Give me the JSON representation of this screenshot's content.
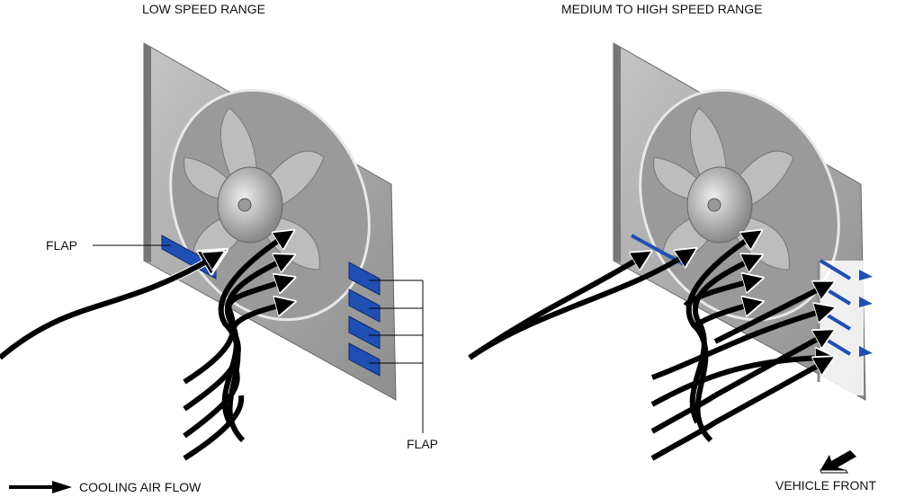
{
  "panels": [
    {
      "title": "LOW SPEED RANGE",
      "state": "flaps-closed"
    },
    {
      "title": "MEDIUM TO HIGH SPEED RANGE",
      "state": "flaps-open"
    }
  ],
  "labels": {
    "flap_left": "FLAP",
    "flap_bottom": "FLAP",
    "legend_airflow": "COOLING AIR FLOW",
    "vehicle_front": "VEHICLE FRONT"
  },
  "colors": {
    "shroud": "#a9a9a9",
    "shroud_dark": "#7d7d7d",
    "flap": "#1f4fb3",
    "arrow": "#000000"
  }
}
